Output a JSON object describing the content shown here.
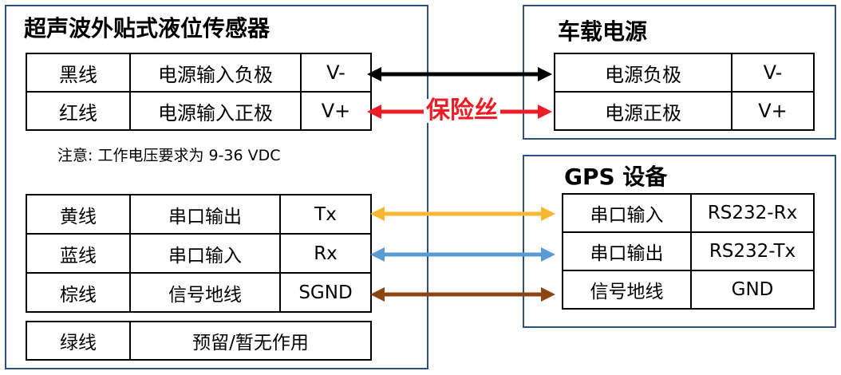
{
  "sensor": {
    "title": "超声波外贴式液位传感器",
    "power_rows": [
      {
        "wire": "黑线",
        "function": "电源输入负极",
        "signal": "V-"
      },
      {
        "wire": "红线",
        "function": "电源输入正极",
        "signal": "V+"
      }
    ],
    "note": "注意: 工作电压要求为 9-36 VDC",
    "serial_rows": [
      {
        "wire": "黄线",
        "function": "串口输出",
        "signal": "Tx"
      },
      {
        "wire": "蓝线",
        "function": "串口输入",
        "signal": "Rx"
      },
      {
        "wire": "棕线",
        "function": "信号地线",
        "signal": "SGND"
      }
    ],
    "reserved_row": {
      "wire": "绿线",
      "function": "预留/暂无作用"
    }
  },
  "vehicle_power": {
    "title": "车载电源",
    "rows": [
      {
        "function": "电源负极",
        "signal": "V-"
      },
      {
        "function": "电源正极",
        "signal": "V+"
      }
    ]
  },
  "gps": {
    "title": "GPS 设备",
    "rows": [
      {
        "function": "串口输入",
        "signal": "RS232-Rx"
      },
      {
        "function": "串口输出",
        "signal": "RS232-Tx"
      },
      {
        "function": "信号地线",
        "signal": "GND"
      }
    ]
  },
  "fuse_label": "保险丝",
  "colors": {
    "panel_border": "#2f4f7f",
    "black_wire": "#000000",
    "red_wire": "#ee1c25",
    "yellow_wire": "#f6b731",
    "blue_wire": "#5b9bd5",
    "brown_wire": "#8b4513"
  }
}
